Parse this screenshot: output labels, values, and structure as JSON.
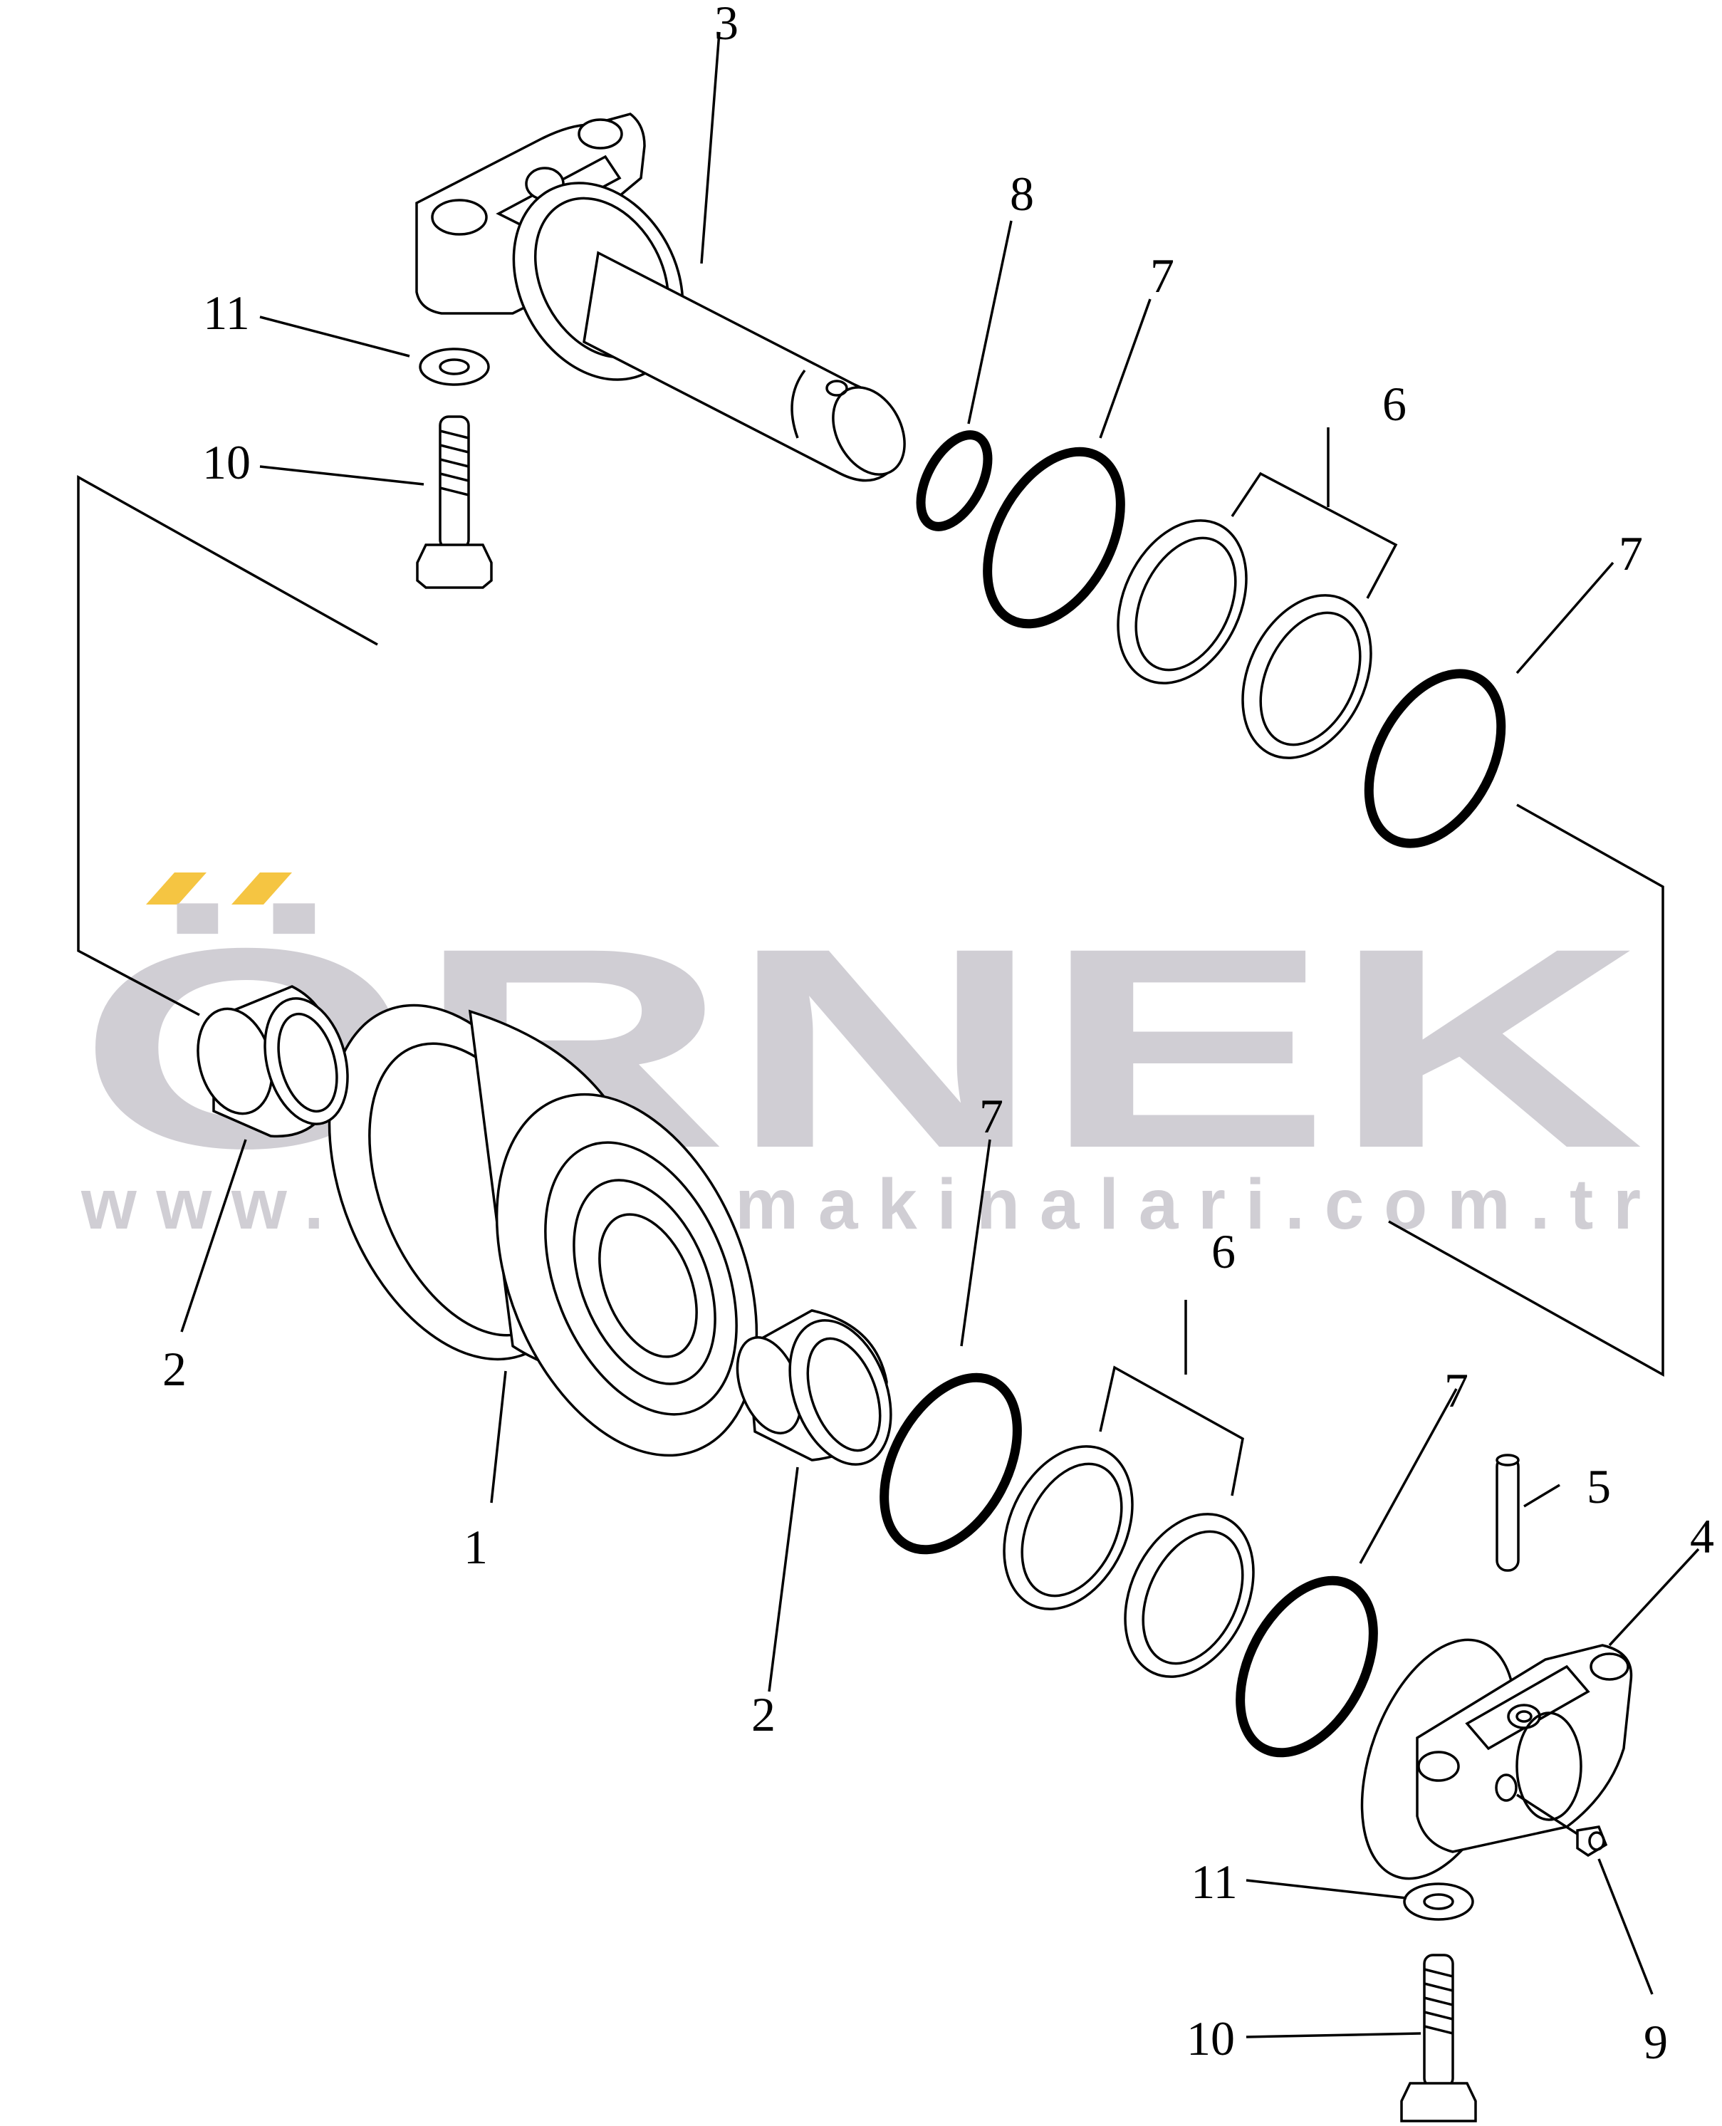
{
  "watermark": {
    "brand": "ÖRNEK",
    "url": "www.ornekismakinalari.com.tr",
    "accent_color": "#f5c542",
    "text_color": "#c8c6cc"
  },
  "callouts": {
    "c1": "1",
    "c2a": "2",
    "c2b": "2",
    "c3": "3",
    "c4": "4",
    "c5": "5",
    "c6a": "6",
    "c6b": "6",
    "c7a": "7",
    "c7b": "7",
    "c7c": "7",
    "c7d": "7",
    "c8": "8",
    "c9": "9",
    "c10a": "10",
    "c10b": "10",
    "c11a": "11",
    "c11b": "11"
  }
}
